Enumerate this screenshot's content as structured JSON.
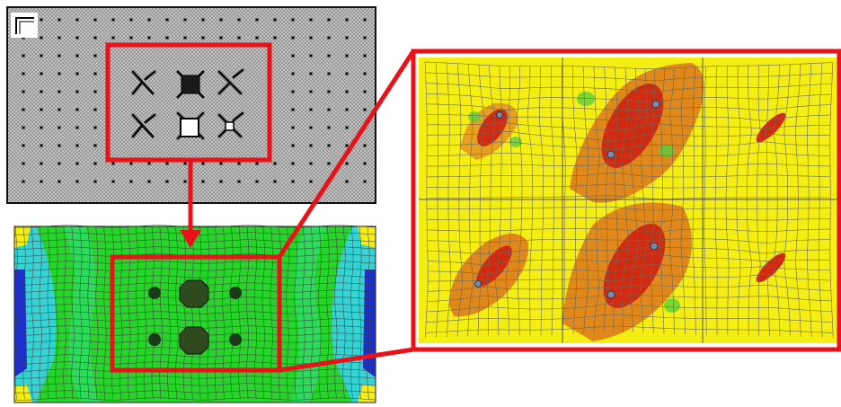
{
  "figure": {
    "panels": [
      {
        "id": "mesh-layout",
        "view": "grid-mesh",
        "features": [
          "cross-supports",
          "square-blocks"
        ]
      },
      {
        "id": "stress-contour",
        "view": "colored-fem-mesh"
      },
      {
        "id": "zoomed-detail",
        "view": "zoomed-contour"
      }
    ],
    "colors": {
      "highlight": "#e8121a",
      "mesh_background": "#b9b9b9",
      "yellow": "#f4ee14",
      "orange": "#e0881c",
      "red": "#d02b12",
      "green": "#22d82a",
      "cyan": "#35d3d3",
      "blue": "#1e2fd0",
      "mesh_line": "#5a5a5a"
    },
    "icons": {
      "top_left_inset": "bracket-symbol-icon"
    }
  }
}
